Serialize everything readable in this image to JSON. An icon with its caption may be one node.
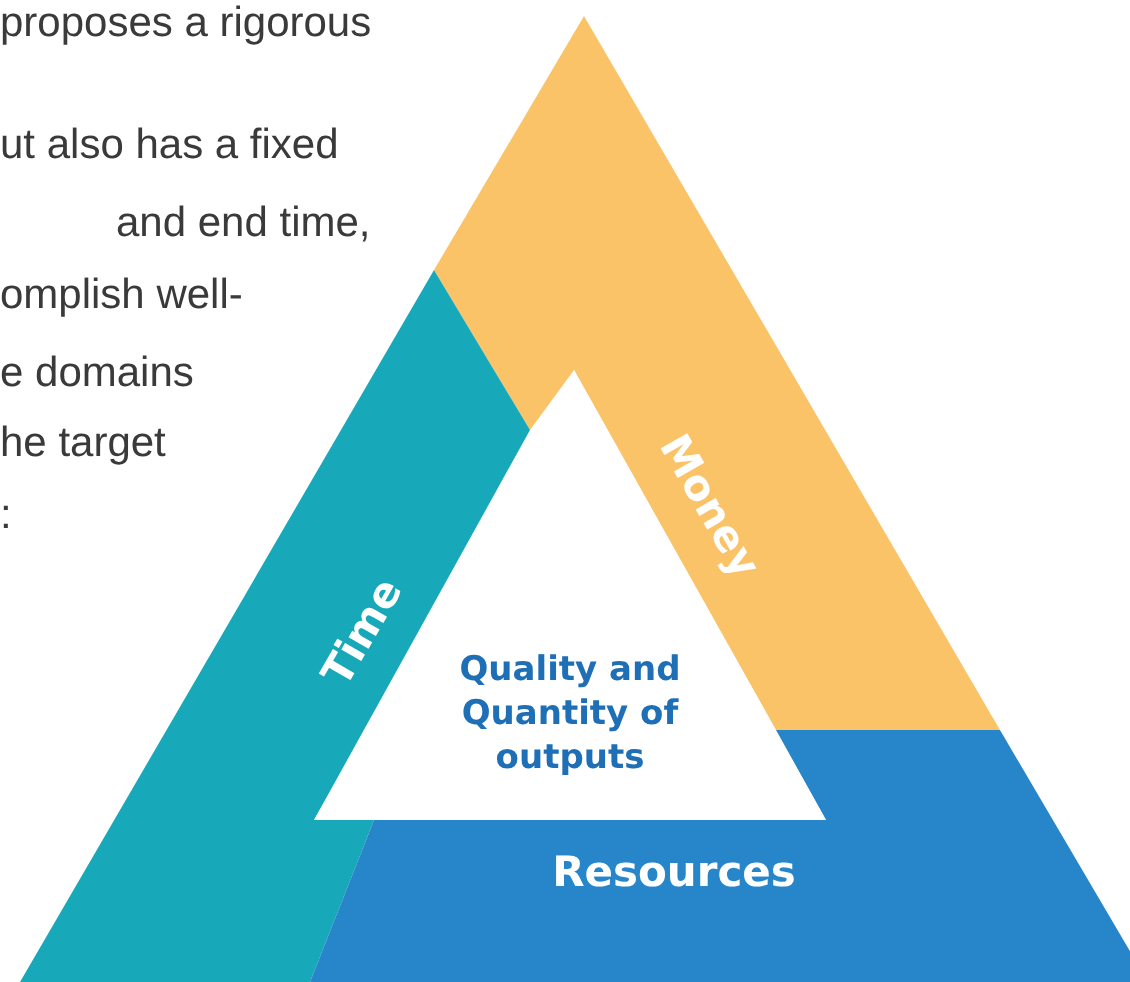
{
  "diagram": {
    "nodes": [
      {
        "text": [
          "Money"
        ]
      },
      {
        "text": [
          "Time"
        ]
      },
      {
        "text": [
          "Quality and Quantity of outputs"
        ]
      },
      {
        "text": [
          "Resources"
        ]
      }
    ],
    "labels": [
      "proposes a rigorous",
      "ut also has a fixed",
      "and end time,",
      "omplish well-",
      "e domains",
      "he target",
      ":"
    ]
  }
}
